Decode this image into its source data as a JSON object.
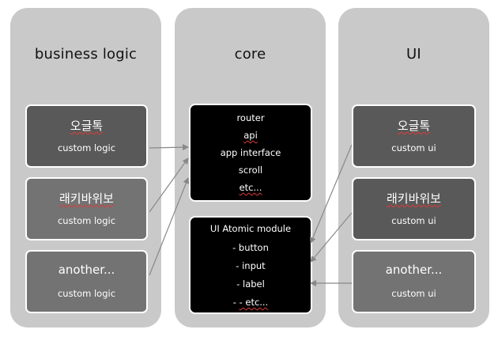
{
  "columns": {
    "business": {
      "title": "business logic",
      "cards": [
        {
          "title": "오글톡",
          "sub": "custom logic"
        },
        {
          "title": "래키바위보",
          "sub": "custom logic"
        },
        {
          "title": "another...",
          "sub": "custom logic"
        }
      ]
    },
    "core": {
      "title": "core",
      "box1": {
        "items": [
          "router",
          "api",
          "app interface",
          "scroll",
          "etc..."
        ]
      },
      "box2": {
        "items": [
          "UI Atomic module",
          "- button",
          "- input",
          "- label",
          "- etc..."
        ]
      }
    },
    "ui": {
      "title": "UI",
      "cards": [
        {
          "title": "오글톡",
          "sub": "custom ui"
        },
        {
          "title": "래키바위보",
          "sub": "custom ui"
        },
        {
          "title": "another...",
          "sub": "custom ui"
        }
      ]
    }
  },
  "colors": {
    "column_bg": "#c9c9c9",
    "card_dark": "#595959",
    "card_mid": "#737373",
    "core_box": "#000000",
    "arrow": "#888888",
    "spellcheck": "#e03a3a"
  }
}
